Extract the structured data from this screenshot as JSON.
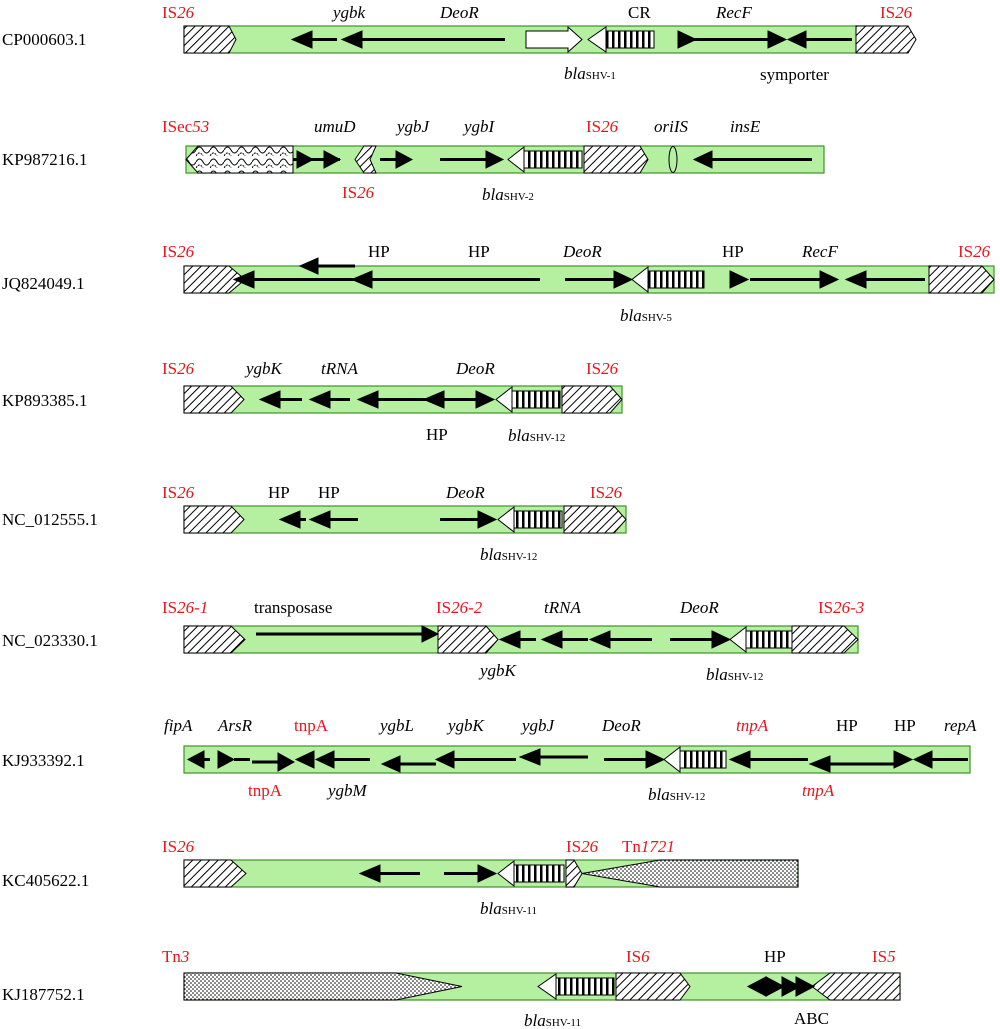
{
  "colors": {
    "backbone": "#b4f0a0",
    "backbone_border": "#3f8f2a",
    "red": "#e8141c",
    "black": "#000000"
  },
  "tracks": [
    {
      "accession": "CP000603.1",
      "labels": [
        {
          "id": "is26-left",
          "text": "IS",
          "italic": "26",
          "color": "red"
        },
        {
          "id": "ygbk",
          "text": "",
          "italic": "ygbk",
          "color": "black"
        },
        {
          "id": "deor",
          "text": "",
          "italic": "DeoR",
          "color": "black"
        },
        {
          "id": "cr",
          "text": "CR",
          "italic": "",
          "color": "black"
        },
        {
          "id": "recf",
          "text": "",
          "italic": "RecF",
          "color": "black"
        },
        {
          "id": "is26-right",
          "text": "IS",
          "italic": "26",
          "color": "red"
        },
        {
          "id": "bla",
          "italic": "bla",
          "sub": "SHV-1",
          "color": "black"
        },
        {
          "id": "symporter",
          "text": "symporter",
          "italic": "",
          "color": "black"
        }
      ]
    },
    {
      "accession": "KP987216.1",
      "labels": [
        {
          "id": "isec53",
          "text": "ISec",
          "italic": "53",
          "color": "red"
        },
        {
          "id": "umud",
          "text": "",
          "italic": "umuD",
          "color": "black"
        },
        {
          "id": "ygbj",
          "text": "",
          "italic": "ygbJ",
          "color": "black"
        },
        {
          "id": "ygbi",
          "text": "",
          "italic": "ygbI",
          "color": "black"
        },
        {
          "id": "is26-mid",
          "text": "IS",
          "italic": "26",
          "color": "red"
        },
        {
          "id": "oriis",
          "text": "",
          "italic": "oriIS",
          "color": "black"
        },
        {
          "id": "inse",
          "text": "",
          "italic": "insE",
          "color": "black"
        },
        {
          "id": "is26-small",
          "text": "IS",
          "italic": "26",
          "color": "red"
        },
        {
          "id": "bla",
          "italic": "bla",
          "sub": "SHV-2",
          "color": "black"
        }
      ]
    },
    {
      "accession": "JQ824049.1",
      "labels": [
        {
          "id": "is26-left",
          "text": "IS",
          "italic": "26",
          "color": "red"
        },
        {
          "id": "hp1",
          "text": "HP",
          "italic": "",
          "color": "black"
        },
        {
          "id": "hp2",
          "text": "HP",
          "italic": "",
          "color": "black"
        },
        {
          "id": "deor",
          "text": "",
          "italic": "DeoR",
          "color": "black"
        },
        {
          "id": "hp3",
          "text": "HP",
          "italic": "",
          "color": "black"
        },
        {
          "id": "recf",
          "text": "",
          "italic": "RecF",
          "color": "black"
        },
        {
          "id": "is26-right",
          "text": "IS",
          "italic": "26",
          "color": "red"
        },
        {
          "id": "bla",
          "italic": "bla",
          "sub": "SHV-5",
          "color": "black"
        }
      ]
    },
    {
      "accession": "KP893385.1",
      "labels": [
        {
          "id": "is26-left",
          "text": "IS",
          "italic": "26",
          "color": "red"
        },
        {
          "id": "ygbk",
          "text": "",
          "italic": "ygbK",
          "color": "black"
        },
        {
          "id": "trna",
          "text": "",
          "italic": "tRNA",
          "color": "black"
        },
        {
          "id": "deor",
          "text": "",
          "italic": "DeoR",
          "color": "black"
        },
        {
          "id": "is26-right",
          "text": "IS",
          "italic": "26",
          "color": "red"
        },
        {
          "id": "hp",
          "text": "HP",
          "italic": "",
          "color": "black"
        },
        {
          "id": "bla",
          "italic": "bla",
          "sub": "SHV-12",
          "color": "black"
        }
      ]
    },
    {
      "accession": "NC_012555.1",
      "labels": [
        {
          "id": "is26-left",
          "text": "IS",
          "italic": "26",
          "color": "red"
        },
        {
          "id": "hp1",
          "text": "HP",
          "italic": "",
          "color": "black"
        },
        {
          "id": "hp2",
          "text": "HP",
          "italic": "",
          "color": "black"
        },
        {
          "id": "deor",
          "text": "",
          "italic": "DeoR",
          "color": "black"
        },
        {
          "id": "is26-right",
          "text": "IS",
          "italic": "26",
          "color": "red"
        },
        {
          "id": "bla",
          "italic": "bla",
          "sub": "SHV-12",
          "color": "black"
        }
      ]
    },
    {
      "accession": "NC_023330.1",
      "labels": [
        {
          "id": "is26-1",
          "text": "IS",
          "italic": "26-1",
          "color": "red"
        },
        {
          "id": "transposase",
          "text": "transposase",
          "italic": "",
          "color": "black"
        },
        {
          "id": "is26-2",
          "text": "IS",
          "italic": "26-2",
          "color": "red"
        },
        {
          "id": "trna",
          "text": "",
          "italic": "tRNA",
          "color": "black"
        },
        {
          "id": "deor",
          "text": "",
          "italic": "DeoR",
          "color": "black"
        },
        {
          "id": "is26-3",
          "text": "IS",
          "italic": "26-3",
          "color": "red"
        },
        {
          "id": "ygbk",
          "text": "",
          "italic": "ygbK",
          "color": "black"
        },
        {
          "id": "bla",
          "italic": "bla",
          "sub": "SHV-12",
          "color": "black"
        }
      ]
    },
    {
      "accession": "KJ933392.1",
      "labels": [
        {
          "id": "fipa",
          "text": "",
          "italic": "fipA",
          "color": "black"
        },
        {
          "id": "arsr",
          "text": "",
          "italic": "ArsR",
          "color": "black"
        },
        {
          "id": "tnpa-top",
          "text": "tnpA",
          "italic": "",
          "color": "red"
        },
        {
          "id": "ygbl",
          "text": "",
          "italic": "ygbL",
          "color": "black"
        },
        {
          "id": "ygbk",
          "text": "",
          "italic": "ygbK",
          "color": "black"
        },
        {
          "id": "ygbj",
          "text": "",
          "italic": "ygbJ",
          "color": "black"
        },
        {
          "id": "deor",
          "text": "",
          "italic": "DeoR",
          "color": "black"
        },
        {
          "id": "tnpa-top2",
          "text": "",
          "italic": "tnpA",
          "color": "red"
        },
        {
          "id": "hp1",
          "text": "HP",
          "italic": "",
          "color": "black"
        },
        {
          "id": "hp2",
          "text": "HP",
          "italic": "",
          "color": "black"
        },
        {
          "id": "repa",
          "text": "",
          "italic": "repA",
          "color": "black"
        },
        {
          "id": "tnpa-bottom",
          "text": "tnpA",
          "italic": "",
          "color": "red"
        },
        {
          "id": "ygbm",
          "text": "",
          "italic": "ygbM",
          "color": "black"
        },
        {
          "id": "bla",
          "italic": "bla",
          "sub": "SHV-12",
          "color": "black"
        },
        {
          "id": "tnpa-bottom2",
          "text": "",
          "italic": "tnpA",
          "color": "red"
        }
      ]
    },
    {
      "accession": "KC405622.1",
      "labels": [
        {
          "id": "is26-left",
          "text": "IS",
          "italic": "26",
          "color": "red"
        },
        {
          "id": "is26-mid",
          "text": "IS",
          "italic": "26",
          "color": "red"
        },
        {
          "id": "tn1721",
          "text": "Tn",
          "italic": "1721",
          "color": "red"
        },
        {
          "id": "bla",
          "italic": "bla",
          "sub": "SHV-11",
          "color": "black"
        }
      ]
    },
    {
      "accession": "KJ187752.1",
      "labels": [
        {
          "id": "tn3",
          "text": "Tn",
          "italic": "3",
          "color": "red"
        },
        {
          "id": "is6",
          "text": "IS",
          "italic": "6",
          "color": "red"
        },
        {
          "id": "hp",
          "text": "HP",
          "italic": "",
          "color": "black"
        },
        {
          "id": "is5",
          "text": "IS",
          "italic": "5",
          "color": "red"
        },
        {
          "id": "bla",
          "italic": "bla",
          "sub": "SHV-11",
          "color": "black"
        },
        {
          "id": "abc",
          "text": "ABC",
          "italic": "",
          "color": "black"
        }
      ]
    }
  ]
}
